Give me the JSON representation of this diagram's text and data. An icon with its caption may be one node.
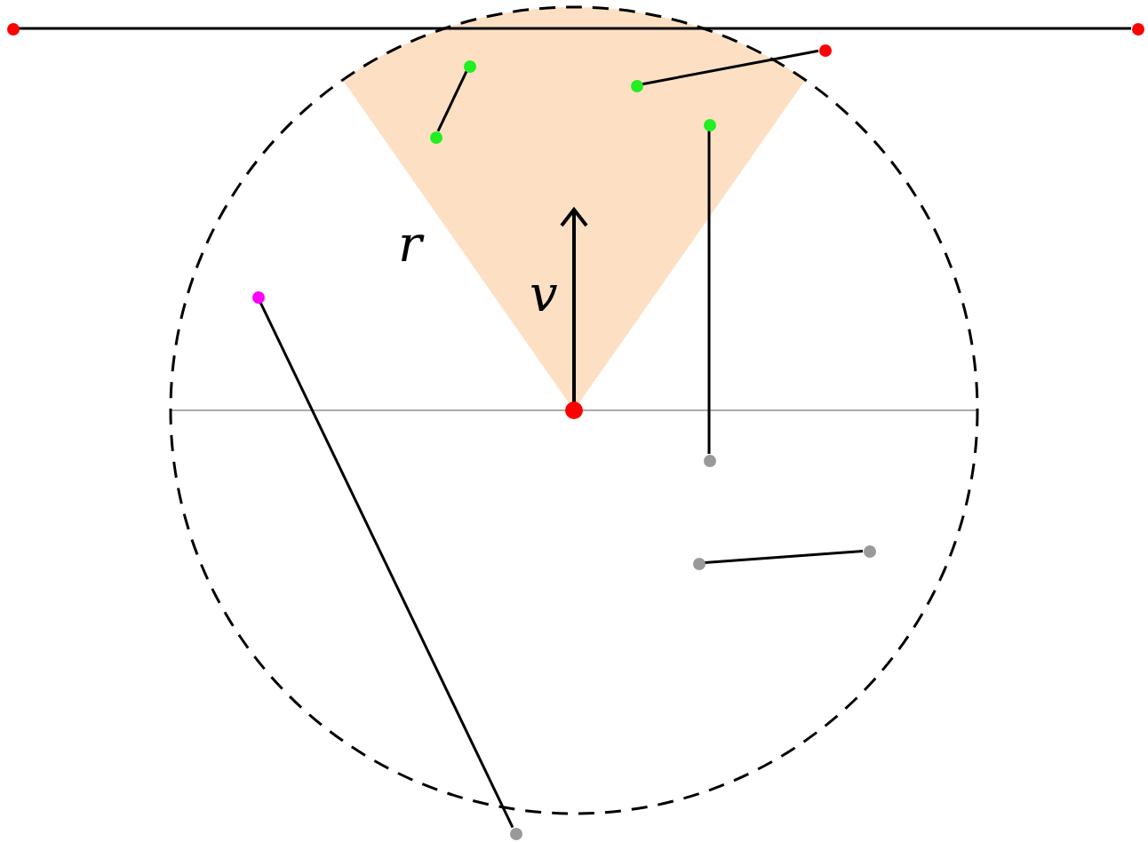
{
  "diagram": {
    "nodes": [
      {
        "text": [],
        "shape": "circle"
      },
      {
        "text": [],
        "shape": "circle"
      },
      {
        "text": [],
        "shape": "circle"
      },
      {
        "text": [],
        "shape": "circle"
      },
      {
        "text": [],
        "shape": "circle"
      },
      {
        "text": [],
        "shape": "circle"
      },
      {
        "text": [],
        "shape": "circle"
      },
      {
        "text": [],
        "shape": "circle"
      },
      {
        "text": [],
        "shape": "circle"
      },
      {
        "text": [],
        "shape": "circle"
      },
      {
        "text": [],
        "shape": "circle"
      },
      {
        "text": [],
        "shape": "circle"
      }
    ],
    "edges": [
      {
        "from": 0,
        "to": 1,
        "arrow": "none"
      },
      {
        "from": 3,
        "to": 6,
        "arrow": "none"
      },
      {
        "from": 4,
        "to": 2,
        "arrow": "none"
      },
      {
        "from": 5,
        "to": 8,
        "arrow": "none"
      },
      {
        "from": 7,
        "to": 11,
        "arrow": "none"
      },
      {
        "from": 10,
        "to": 9,
        "arrow": "none"
      }
    ],
    "labels": [
      "r",
      "v"
    ]
  }
}
